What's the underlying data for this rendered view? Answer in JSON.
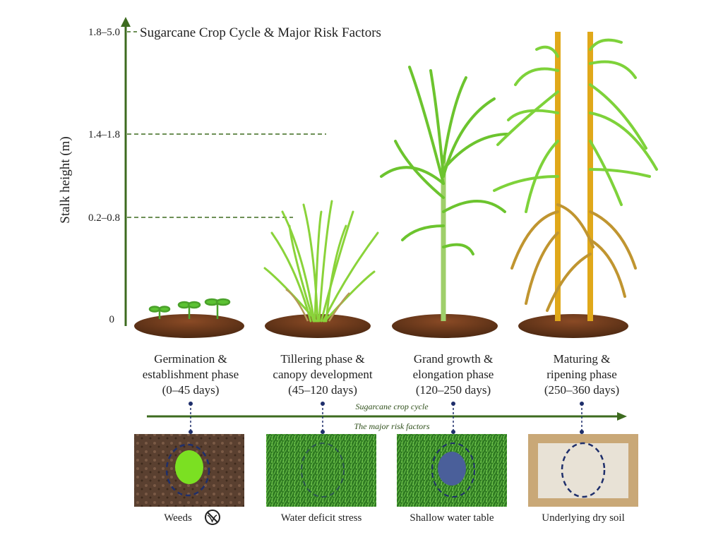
{
  "title": "Sugarcane Crop Cycle & Major Risk Factors",
  "y_axis": {
    "label": "Stalk height (m)",
    "ticks": [
      "1.8–5.0",
      "1.4–1.8",
      "0.2–0.8",
      "0"
    ]
  },
  "phases": [
    {
      "line1": "Germination &",
      "line2": "establishment phase",
      "line3": "(0–45 days)"
    },
    {
      "line1": "Tillering phase &",
      "line2": "canopy development",
      "line3": "(45–120 days)"
    },
    {
      "line1": "Grand growth &",
      "line2": "elongation phase",
      "line3": "(120–250 days)"
    },
    {
      "line1": "Maturing &",
      "line2": "ripening phase",
      "line3": "(250–360 days)"
    }
  ],
  "timeline": {
    "top_label": "Sugarcane crop cycle",
    "bottom_label": "The major risk factors"
  },
  "risks": [
    {
      "label": "Weeds",
      "icon": "no-weeds-icon"
    },
    {
      "label": "Water deficit stress"
    },
    {
      "label": "Shallow water table"
    },
    {
      "label": "Underlying dry soil"
    }
  ],
  "colors": {
    "axis": "#3d6b1f",
    "marker": "#1f2f6b",
    "soil": "#6b3a1e",
    "leaf": "#7ccf2a",
    "cane": "#e0a81a"
  }
}
